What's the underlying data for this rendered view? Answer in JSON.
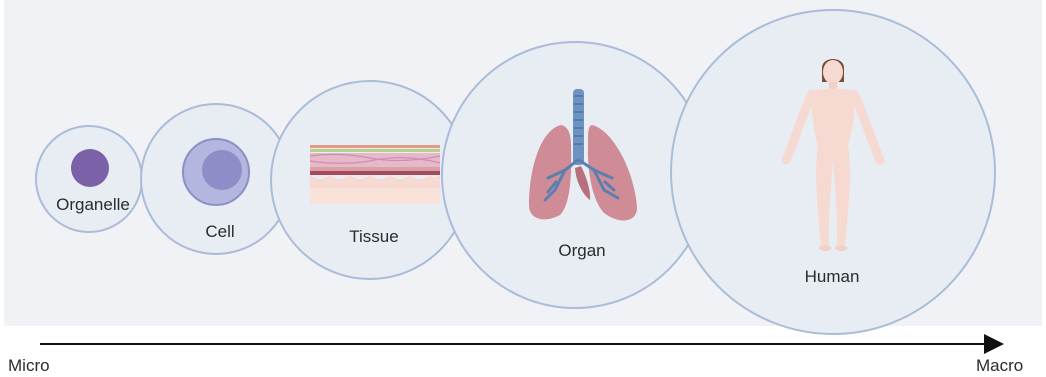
{
  "diagram": {
    "stages": [
      {
        "key": "organelle",
        "label": "Organelle"
      },
      {
        "key": "cell",
        "label": "Cell"
      },
      {
        "key": "tissue",
        "label": "Tissue"
      },
      {
        "key": "organ",
        "label": "Organ"
      },
      {
        "key": "human",
        "label": "Human"
      }
    ],
    "axis": {
      "start_label": "Micro",
      "end_label": "Macro"
    }
  },
  "colors": {
    "background_panel": "#f1f2f5",
    "circle_fill": "#e8edf3",
    "circle_stroke": "#a9bcd8",
    "organelle": "#7b61a8",
    "cell_outer": "#b3b6de",
    "cell_nucleus": "#8f8dc7",
    "lung": "#cf8c96",
    "trachea": "#6f93c0",
    "skin": "#f6d9d0"
  }
}
